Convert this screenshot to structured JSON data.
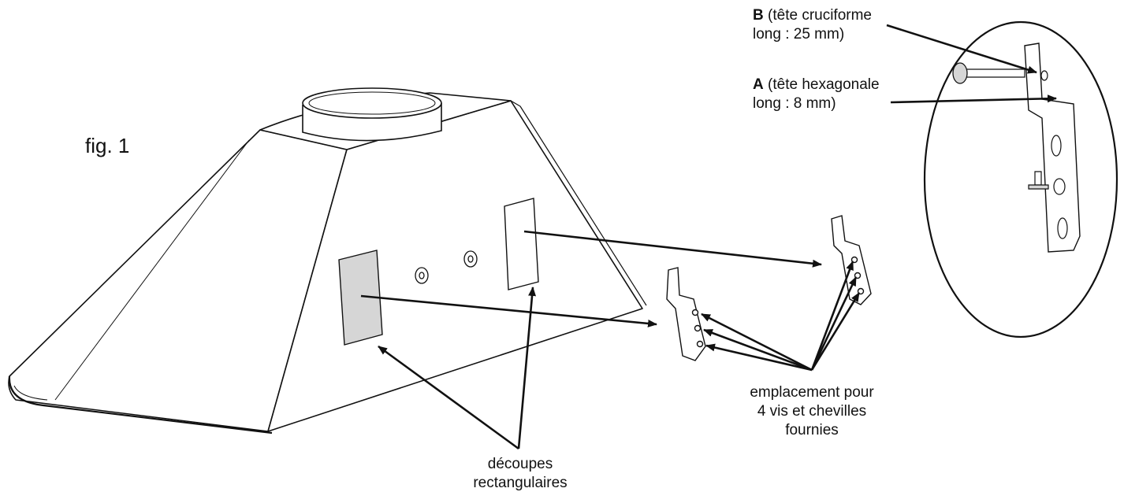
{
  "figure_label": "fig. 1",
  "callouts": {
    "screw_b": {
      "letter": "B",
      "line1": "(tête cruciforme",
      "line2": "long : 25 mm)"
    },
    "screw_a": {
      "letter": "A",
      "line1": "(tête hexagonale",
      "line2": "long : 8 mm)"
    },
    "mounting": {
      "line1": "emplacement pour",
      "line2": "4 vis et chevilles",
      "line3": "fournies"
    },
    "cutouts": {
      "line1": "découpes",
      "line2": "rectangulaires"
    }
  },
  "colors": {
    "ink": "#111111",
    "paper": "#ffffff",
    "shade": "#d6d6d6"
  }
}
